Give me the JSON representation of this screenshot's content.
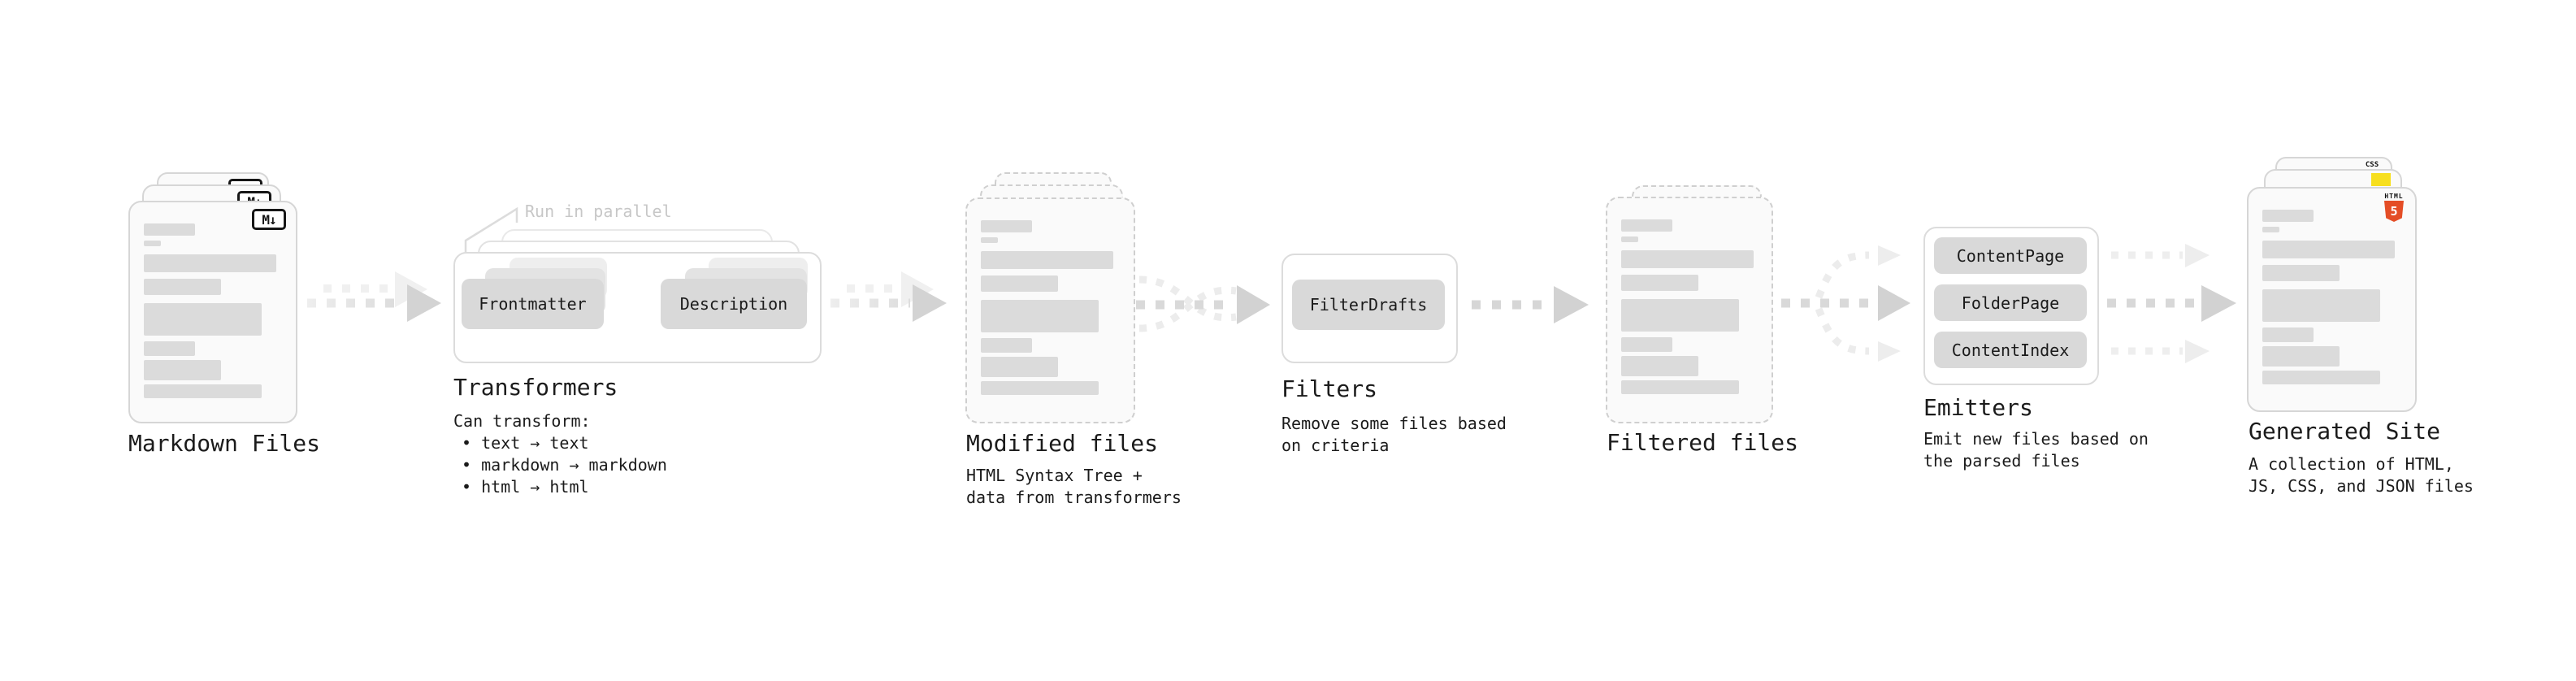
{
  "stages": {
    "markdown": {
      "label": "Markdown Files",
      "badge": "M↓"
    },
    "transformers": {
      "label": "Transformers",
      "note": "Run in parallel",
      "chip1": "Frontmatter",
      "chip2": "Description",
      "sub_title": "Can transform:",
      "bullets": [
        "• text → text",
        "• markdown → markdown",
        "• html → html"
      ]
    },
    "modified": {
      "label": "Modified files",
      "sub": [
        "HTML Syntax Tree +",
        "data from transformers"
      ]
    },
    "filters": {
      "label": "Filters",
      "chip1": "FilterDrafts",
      "sub": [
        "Remove some files based",
        "on criteria"
      ]
    },
    "filtered": {
      "label": "Filtered files"
    },
    "emitters": {
      "label": "Emitters",
      "chip1": "ContentPage",
      "chip2": "FolderPage",
      "chip3": "ContentIndex",
      "sub": [
        "Emit new files based on",
        "the parsed files"
      ]
    },
    "generated": {
      "label": "Generated Site",
      "sub": [
        "A collection of HTML,",
        "JS, CSS, and JSON files"
      ],
      "css_badge": "CSS",
      "html_logo_word": "HTML",
      "html_logo_number": "5"
    }
  },
  "colors": {
    "html5_orange": "#e44d26",
    "js_yellow": "#f7df1e",
    "css_blue": "#2d62e9",
    "arrow_gray": "#d3d3d3",
    "arrow_faint": "#eeeeee"
  }
}
